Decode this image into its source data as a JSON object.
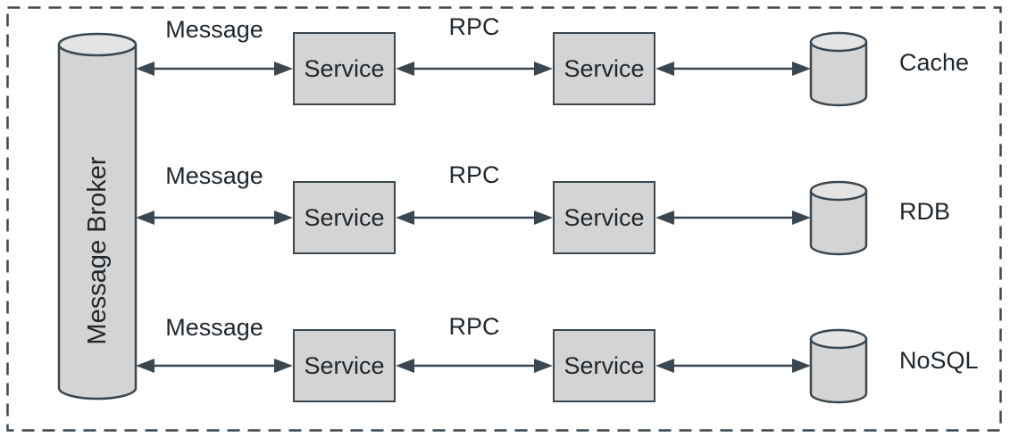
{
  "colors": {
    "background": "#ffffff",
    "stroke": "#3b4750",
    "node-fill": "#d4d4d4",
    "node-top-fill": "#e4e4e4",
    "text": "#1f262c"
  },
  "broker": {
    "label": "Message Broker"
  },
  "rows": [
    {
      "message_arrow_label": "Message",
      "rpc_arrow_label": "RPC",
      "service_a_label": "Service",
      "service_b_label": "Service",
      "datastore_label": "Cache"
    },
    {
      "message_arrow_label": "Message",
      "rpc_arrow_label": "RPC",
      "service_a_label": "Service",
      "service_b_label": "Service",
      "datastore_label": "RDB"
    },
    {
      "message_arrow_label": "Message",
      "rpc_arrow_label": "RPC",
      "service_a_label": "Service",
      "service_b_label": "Service",
      "datastore_label": "NoSQL"
    }
  ]
}
